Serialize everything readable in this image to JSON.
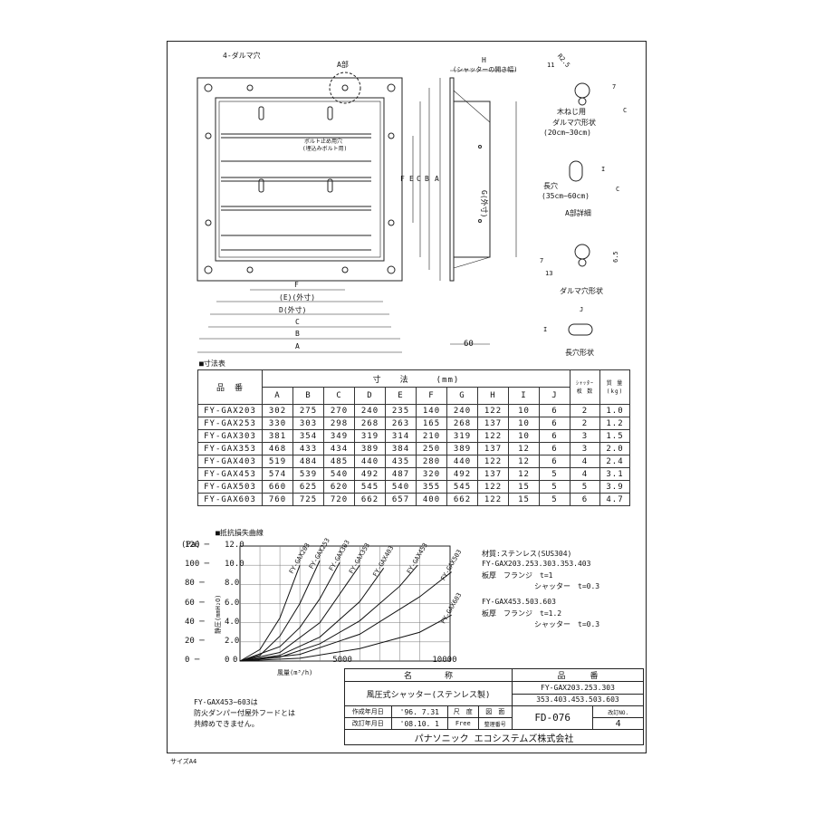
{
  "drawing": {
    "labels": {
      "daruma_holes": "4-ダルマ穴",
      "a_part": "A部",
      "h": "H",
      "shutter_open_width": "(シャッターの開き幅)",
      "bolt_hole_1": "ボルト止め用穴",
      "bolt_hole_2": "(埋込みボルト用)",
      "g_outer": "G(外寸)",
      "f": "F",
      "e_outer": "(E)(外寸)",
      "d_outer": "D(外寸)",
      "c": "C",
      "b": "B",
      "a": "A",
      "sixty": "60",
      "vert_f": "F",
      "vert_e": "E",
      "vert_c": "C",
      "vert_b": "B",
      "vert_a": "A"
    },
    "detail": {
      "r25": "R2.5",
      "eleven": "11",
      "seven": "7",
      "c": "C",
      "wood_screw": "木ねじ用",
      "daruma_shape": "ダルマ穴形状",
      "range_1": "(20cm~30cm)",
      "i": "I",
      "c2": "C",
      "long_hole": "長穴",
      "range_2": "(35cm~60cm)",
      "a_detail": "A部詳細",
      "seven_b": "7",
      "thirteen": "13",
      "six_five": "6.5",
      "daruma_shape_2": "ダルマ穴形状",
      "j": "J",
      "i2": "I",
      "long_hole_shape": "長穴形状"
    }
  },
  "dimension_table": {
    "section_title": "■寸法表",
    "product_header": "品　番",
    "dim_header": "寸　　法　　　(mm)",
    "shutter_header_1": "ｼｬｯﾀｰ",
    "shutter_header_2": "枚 数",
    "weight_header_1": "質 量",
    "weight_header_2": "(kg)",
    "columns": [
      "A",
      "B",
      "C",
      "D",
      "E",
      "F",
      "G",
      "H",
      "I",
      "J"
    ],
    "rows": [
      {
        "model": "FY-GAX203",
        "values": [
          "302",
          "275",
          "270",
          "240",
          "235",
          "140",
          "240",
          "122",
          "10",
          "6"
        ],
        "shutters": "2",
        "weight": "1.0"
      },
      {
        "model": "FY-GAX253",
        "values": [
          "330",
          "303",
          "298",
          "268",
          "263",
          "165",
          "268",
          "137",
          "10",
          "6"
        ],
        "shutters": "2",
        "weight": "1.2"
      },
      {
        "model": "FY-GAX303",
        "values": [
          "381",
          "354",
          "349",
          "319",
          "314",
          "210",
          "319",
          "122",
          "10",
          "6"
        ],
        "shutters": "3",
        "weight": "1.5"
      },
      {
        "model": "FY-GAX353",
        "values": [
          "468",
          "433",
          "434",
          "389",
          "384",
          "250",
          "389",
          "137",
          "12",
          "6"
        ],
        "shutters": "3",
        "weight": "2.0"
      },
      {
        "model": "FY-GAX403",
        "values": [
          "519",
          "484",
          "485",
          "440",
          "435",
          "280",
          "440",
          "122",
          "12",
          "6"
        ],
        "shutters": "4",
        "weight": "2.4"
      },
      {
        "model": "FY-GAX453",
        "values": [
          "574",
          "539",
          "540",
          "492",
          "487",
          "320",
          "492",
          "137",
          "12",
          "5"
        ],
        "shutters": "4",
        "weight": "3.1"
      },
      {
        "model": "FY-GAX503",
        "values": [
          "660",
          "625",
          "620",
          "545",
          "540",
          "355",
          "545",
          "122",
          "15",
          "5"
        ],
        "shutters": "5",
        "weight": "3.9"
      },
      {
        "model": "FY-GAX603",
        "values": [
          "760",
          "725",
          "720",
          "662",
          "657",
          "400",
          "662",
          "122",
          "15",
          "5"
        ],
        "shutters": "6",
        "weight": "4.7"
      }
    ]
  },
  "chart_data": {
    "type": "line",
    "title": "■抵抗損失曲線",
    "xlabel": "風量(m³/h)",
    "ylabel": "静圧(mmH₂O)",
    "ylabel_pa": "(Pa)",
    "xlim": [
      0,
      10000
    ],
    "ylim": [
      0,
      12
    ],
    "x_ticks": [
      "0",
      "5000",
      "10000"
    ],
    "y_ticks_mmh2o": [
      "0",
      "2.0",
      "4.0",
      "6.0",
      "8.0",
      "10.0",
      "12.0"
    ],
    "y_ticks_pa": [
      "0",
      "20",
      "40",
      "60",
      "80",
      "100",
      "120"
    ],
    "grid": true,
    "series": [
      {
        "name": "FY-GAX203",
        "x": [
          0,
          1000,
          2000,
          3000
        ],
        "y": [
          0,
          1.2,
          4.5,
          10.0
        ]
      },
      {
        "name": "FY-GAX253",
        "x": [
          0,
          1000,
          2000,
          3000,
          4000
        ],
        "y": [
          0,
          0.6,
          2.6,
          6.0,
          10.5
        ]
      },
      {
        "name": "FY-GAX303",
        "x": [
          0,
          2000,
          3000,
          4000,
          5000
        ],
        "y": [
          0,
          1.5,
          3.5,
          6.5,
          10.3
        ]
      },
      {
        "name": "FY-GAX353",
        "x": [
          0,
          2000,
          4000,
          6000
        ],
        "y": [
          0,
          0.9,
          4.0,
          10.0
        ]
      },
      {
        "name": "FY-GAX403",
        "x": [
          0,
          2000,
          4000,
          6000,
          7200
        ],
        "y": [
          0,
          0.6,
          2.5,
          6.2,
          9.7
        ]
      },
      {
        "name": "FY-GAX453",
        "x": [
          0,
          2000,
          4000,
          6000,
          8000,
          8900
        ],
        "y": [
          0,
          0.4,
          1.8,
          4.2,
          7.8,
          10.0
        ]
      },
      {
        "name": "FY-GAX503",
        "x": [
          0,
          3000,
          6000,
          9000,
          10600
        ],
        "y": [
          0,
          0.7,
          2.8,
          6.7,
          9.3
        ]
      },
      {
        "name": "FY-GAX603",
        "x": [
          0,
          3000,
          6000,
          9000,
          10600
        ],
        "y": [
          0,
          0.3,
          1.3,
          3.0,
          4.8
        ]
      }
    ]
  },
  "specs": {
    "material": "材質:ステンレス(SUS304)",
    "group1_models": "FY-GAX203.253.303.353.403",
    "group1_thick_flange": "板厚　フランジ　t=1",
    "group1_thick_shutter": "シャッター　t=0.3",
    "group2_models": "FY-GAX453.503.603",
    "group2_thick_flange": "板厚　フランジ　t=1.2",
    "group2_thick_shutter": "シャッター　t=0.3"
  },
  "note": {
    "line1": "FY-GAX453~603は",
    "line2": "防火ダンパー付屋外フードとは",
    "line3": "共締めできません。"
  },
  "title_block": {
    "name_header": "名　　　　称",
    "number_header": "品　　　番",
    "name": "風圧式シャッター(ステンレス製)",
    "numbers_1": "FY-GAX203.253.303",
    "numbers_2": "353.403.453.503.603",
    "created_label": "作成年月日",
    "created_date": "'96. 7.31",
    "revised_label": "改訂年月日",
    "revised_date": "'08.10. 1",
    "scale_label": "尺　度",
    "scale_value": "Free",
    "drawing_label": "図　面",
    "drawing_no_label": "整理番号",
    "drawing_no": "FD-076",
    "revision_label": "改訂NO.",
    "revision_no": "4",
    "company": "パナソニック エコシステムズ株式会社"
  },
  "size_label": "サイズA4"
}
